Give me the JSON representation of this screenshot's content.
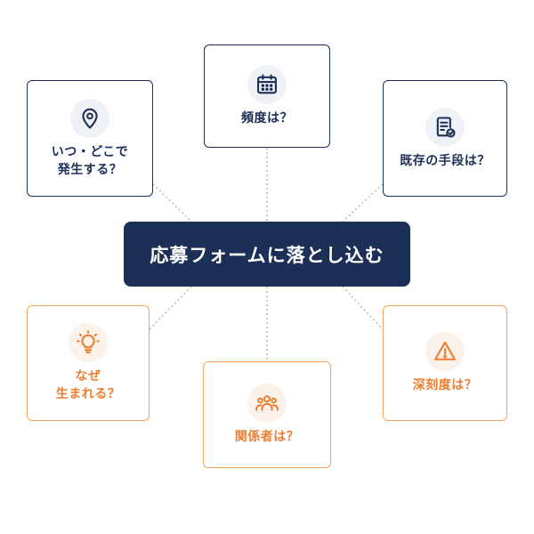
{
  "center": {
    "label": "応募フォームに落とし込む"
  },
  "nodes": [
    {
      "id": "when-where",
      "label": "いつ・どこで\n発生する？",
      "icon": "location-pin-icon",
      "theme": "navy"
    },
    {
      "id": "frequency",
      "label": "頻度は？",
      "icon": "calendar-icon",
      "theme": "navy"
    },
    {
      "id": "existing-means",
      "label": "既存の手段は？",
      "icon": "document-check-icon",
      "theme": "navy"
    },
    {
      "id": "why",
      "label": "なぜ\n生まれる？",
      "icon": "lightbulb-icon",
      "theme": "orange"
    },
    {
      "id": "stakeholders",
      "label": "関係者は？",
      "icon": "people-group-icon",
      "theme": "orange"
    },
    {
      "id": "severity",
      "label": "深刻度は？",
      "icon": "warning-triangle-icon",
      "theme": "orange"
    }
  ],
  "colors": {
    "navy": "#1c2f57",
    "orange": "#ed7d31",
    "orange_border": "#f5a45d",
    "connector": "#b8b8b8"
  }
}
